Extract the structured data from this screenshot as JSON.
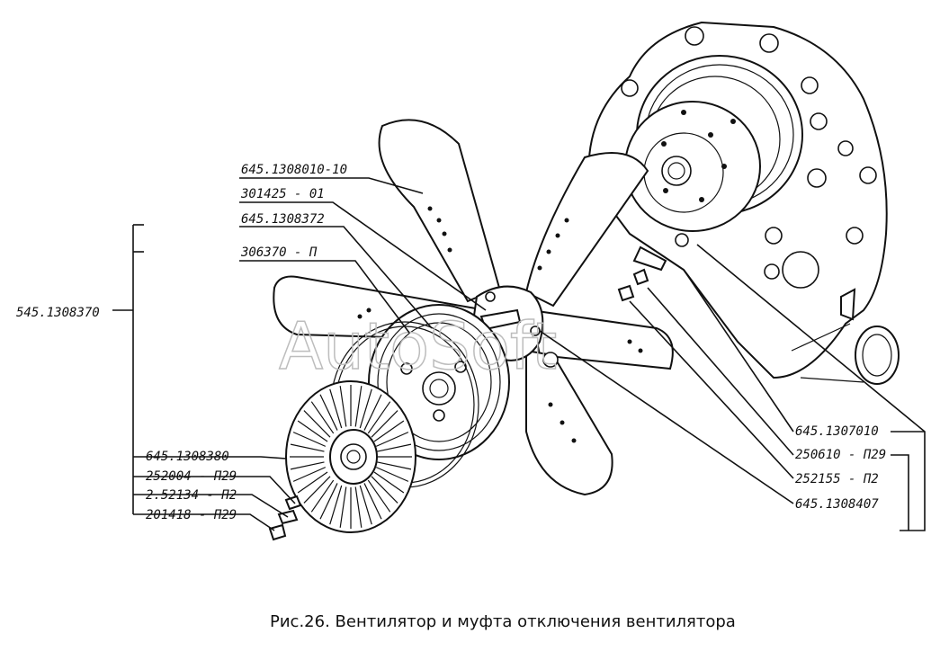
{
  "watermark": "AutoSoft",
  "caption": "Рис.26. Вентилятор и муфта отключения вентилятора",
  "labels": {
    "fan_assembly": "645.1308010-10",
    "part_301425": "301425 - 01",
    "part_1308372": "645.1308372",
    "part_306370": "306370 - П",
    "clutch_assembly": "545.1308370",
    "part_1308380": "645.1308380",
    "part_252004": "252004 - П29",
    "part_252134": "2.52134 - П2",
    "part_201418": "201418 - П29",
    "pump_1307010": "645.1307010",
    "part_250610": "250610 - П29",
    "part_252155": "252155 - П2",
    "part_1308407": "645.1308407"
  }
}
